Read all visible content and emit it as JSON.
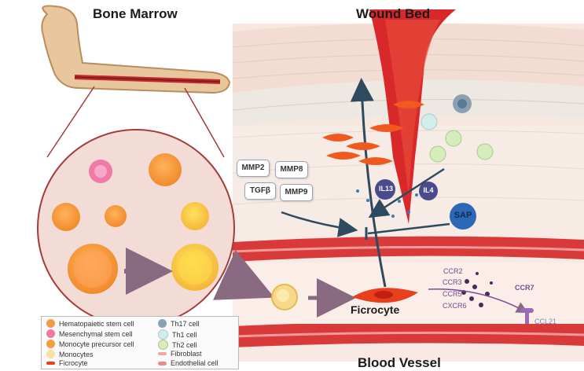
{
  "titles": {
    "bone_marrow": "Bone Marrow",
    "wound_bed": "Wound Bed",
    "blood_vessel": "Blood Vessel"
  },
  "molecules": [
    "MMP2",
    "MMP8",
    "TGFβ",
    "MMP9"
  ],
  "interleukins": [
    "IL13",
    "IL4"
  ],
  "sap": "SAP",
  "ficrocyte_label": "Ficrocyte",
  "receptors": [
    "CCR2",
    "CCR3",
    "CCR5",
    "CXCR6"
  ],
  "ccr7": "CCR7",
  "ccl21": "CCL21",
  "legend": {
    "left": [
      {
        "label": "Hematopaietic stem cell",
        "color": "#f39a4a"
      },
      {
        "label": "Mesenchymal stem cell",
        "color": "#ef7aa6"
      },
      {
        "label": "Monocyte precursor cell",
        "color": "#f0a040"
      },
      {
        "label": "Monocytes",
        "color": "#f8e1a0"
      },
      {
        "label": "Ficrocyte",
        "color": "#e8401c"
      }
    ],
    "right": [
      {
        "label": "Th17 cell",
        "color": "#8aa1b3"
      },
      {
        "label": "Th1 cell",
        "color": "#d3ecec"
      },
      {
        "label": "Th2 cell",
        "color": "#d5ecbb"
      },
      {
        "label": "Fibroblast",
        "color": "#f2a6a6"
      },
      {
        "label": "Endothelial cell",
        "color": "#e88c8c"
      }
    ]
  }
}
